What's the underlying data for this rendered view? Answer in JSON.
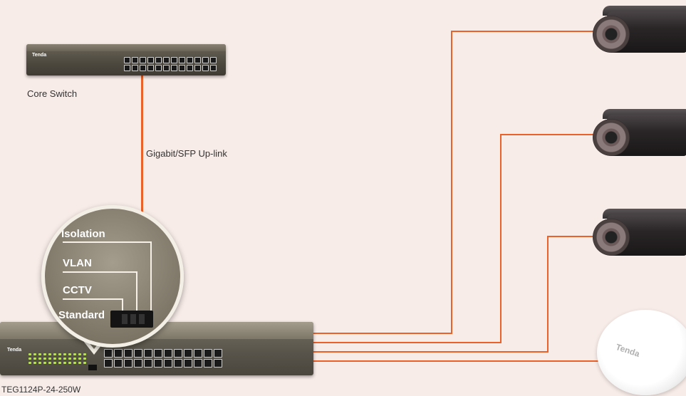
{
  "core_switch": {
    "label": "Core Switch",
    "brand": "Tenda"
  },
  "uplink": {
    "label": "Gigabit/SFP Up-link"
  },
  "poe_switch": {
    "label": "TEG1124P-24-250W",
    "brand": "Tenda"
  },
  "magnifier": {
    "modes": [
      "Isolation",
      "VLAN",
      "CCTV",
      "Standard"
    ]
  },
  "access_point": {
    "brand": "Tenda"
  },
  "colors": {
    "background": "#f8ece8",
    "cable": "#e8622a"
  }
}
